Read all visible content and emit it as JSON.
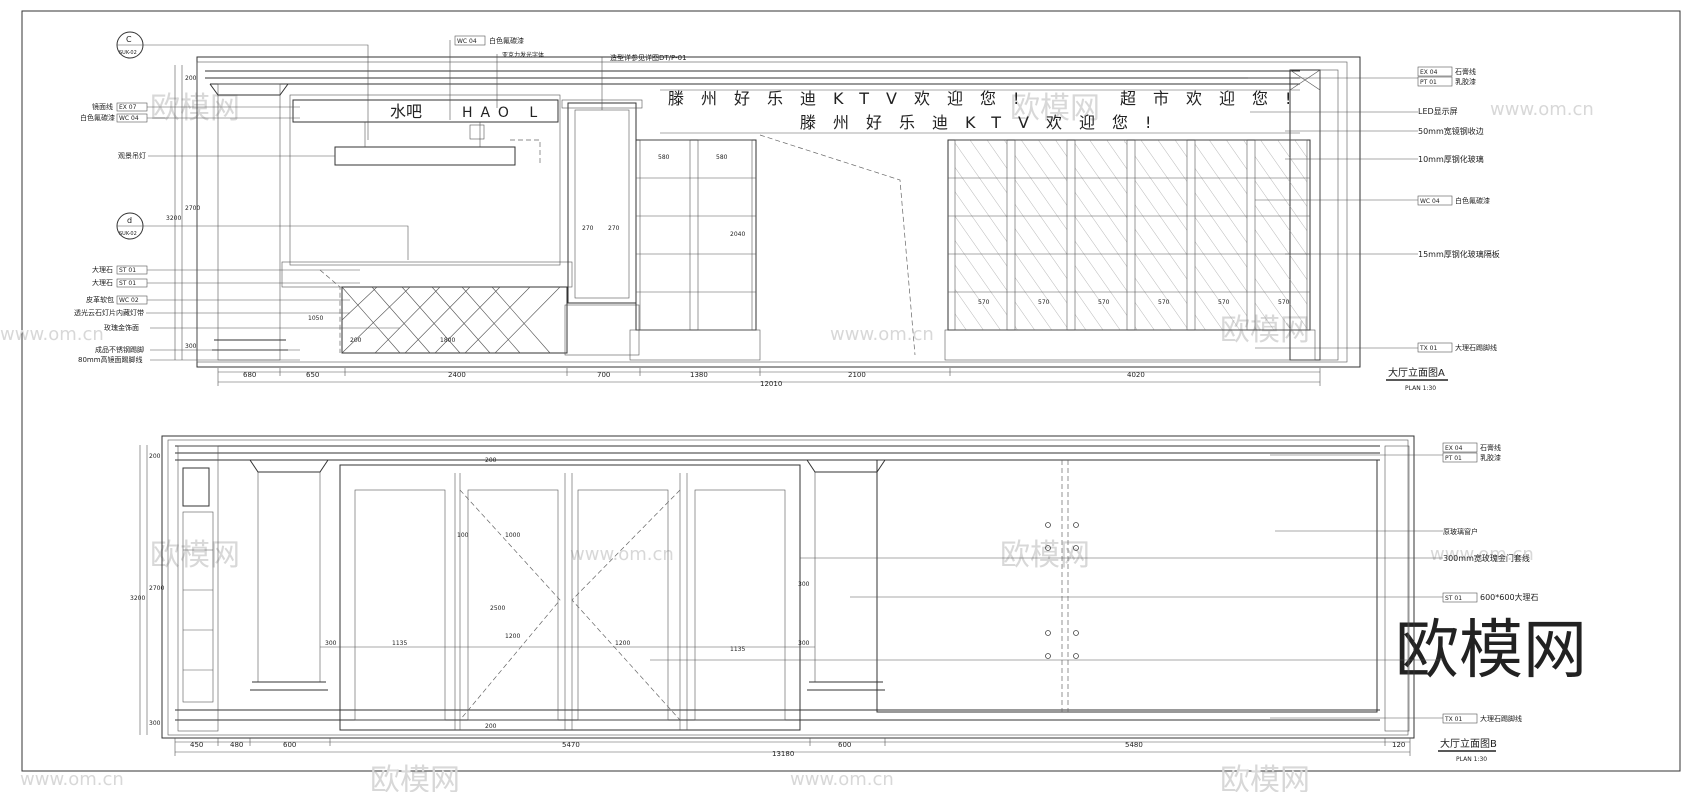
{
  "elevation_a": {
    "sign_upper": "滕州好乐迪KTV欢迎您!",
    "sign_supermarket": "超市欢迎您!",
    "sign_lower": "滕州好乐迪KTV欢迎您!",
    "bar_sign": "水吧",
    "bar_sign_en": "HAO L",
    "title": "大厅立面图A",
    "scale": "PLAN 1:30",
    "section_c": "C",
    "section_c_ref": "SUK-02",
    "section_d": "d",
    "section_d_ref": "SUK-02",
    "left_labels": [
      {
        "code": "EX 07",
        "text": "镜面线"
      },
      {
        "code": "WC 04",
        "text": "白色氟碳漆"
      },
      {
        "code": "",
        "text": "观景吊灯"
      },
      {
        "code": "ST 01",
        "text": "大理石"
      },
      {
        "code": "ST 01",
        "text": "大理石"
      },
      {
        "code": "WC 02",
        "text": "皮革软包"
      },
      {
        "code": "",
        "text": "透光云石灯片内藏灯带"
      },
      {
        "code": "",
        "text": "玫瑰金饰面"
      },
      {
        "code": "",
        "text": "成品不锈钢踢脚"
      },
      {
        "code": "",
        "text": "80mm高镜面踢脚线"
      }
    ],
    "top_labels": [
      {
        "code": "WC 04",
        "text": "白色氟碳漆"
      },
      {
        "code": "",
        "text": "亚克力发光字体"
      },
      {
        "code": "",
        "text": "造型详参见详图DT/P-01"
      }
    ],
    "right_labels": [
      {
        "code": "EX 04",
        "text": "石膏线"
      },
      {
        "code": "PT 01",
        "text": "乳胶漆"
      },
      {
        "code": "",
        "text": "LED显示屏"
      },
      {
        "code": "",
        "text": "50mm宽镜钢收边"
      },
      {
        "code": "",
        "text": "10mm厚钢化玻璃"
      },
      {
        "code": "WC 04",
        "text": "白色氟碳漆"
      },
      {
        "code": "",
        "text": "15mm厚钢化玻璃隔板"
      },
      {
        "code": "TX 01",
        "text": "大理石踢脚线"
      }
    ],
    "dims_bottom": [
      "680",
      "650",
      "2400",
      "700",
      "1380",
      "2100",
      "4020"
    ],
    "dim_total": "12010",
    "dims_left": [
      "200",
      "2700",
      "3200",
      "1050",
      "300"
    ],
    "dims_shelf": [
      "580",
      "580",
      "570",
      "570",
      "570",
      "570",
      "570",
      "570",
      "270",
      "270",
      "2040",
      "1800",
      "200"
    ]
  },
  "elevation_b": {
    "title": "大厅立面图B",
    "scale": "PLAN 1:30",
    "right_labels": [
      {
        "code": "EX 04",
        "text": "石膏线"
      },
      {
        "code": "PT 01",
        "text": "乳胶漆"
      },
      {
        "code": "",
        "text": "原玻璃窗户"
      },
      {
        "code": "",
        "text": "300mm宽玫瑰金门套线"
      },
      {
        "code": "ST 01",
        "text": "600*600大理石"
      },
      {
        "code": "TX 01",
        "text": "大理石踢脚线"
      }
    ],
    "dims_bottom": [
      "450",
      "480",
      "600",
      "5470",
      "600",
      "5480",
      "120"
    ],
    "dim_total": "13180",
    "dims_left": [
      "200",
      "2700",
      "3200",
      "300"
    ],
    "dims_inner": [
      "300",
      "1135",
      "100",
      "1000",
      "2500",
      "1200",
      "1200",
      "1135",
      "300",
      "300",
      "200",
      "200"
    ]
  },
  "watermarks": {
    "logo": "欧模网",
    "site": "www.om.cn"
  }
}
